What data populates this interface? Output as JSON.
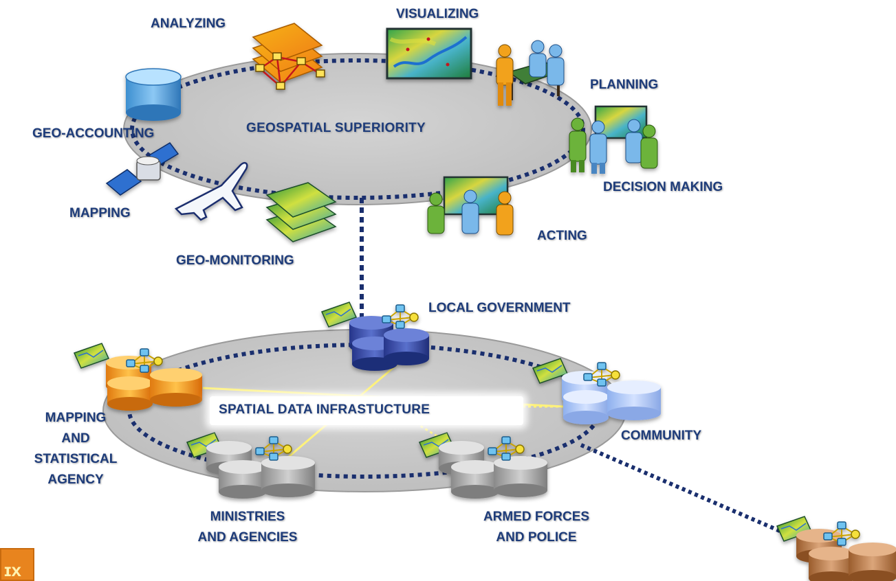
{
  "top_ring": {
    "title": "GEOSPATIAL SUPERIORITY",
    "nodes": {
      "analyzing": "ANALYZING",
      "visualizing": "VISUALIZING",
      "planning": "PLANNING",
      "geo_accounting": "GEO-ACCOUNTING",
      "decision_making": "DECISION MAKING",
      "mapping": "MAPPING",
      "acting": "ACTING",
      "geo_monitoring": "GEO-MONITORING"
    }
  },
  "bottom_ring": {
    "title": "SPATIAL DATA INFRASTUCTURE",
    "nodes": {
      "local_government": "LOCAL GOVERNMENT",
      "mapping_agency": [
        "MAPPING",
        "AND",
        "STATISTICAL",
        "AGENCY"
      ],
      "community": "COMMUNITY",
      "ministries": [
        "MINISTRIES",
        "AND AGENCIES"
      ],
      "armed_forces": [
        "ARMED FORCES",
        "AND POLICE"
      ]
    }
  },
  "colors": {
    "ring_fill": "#c6c6c6",
    "dotted_link": "#1a2f6e",
    "label_text": "#1e3c7a",
    "yellow_link": "#fff27a",
    "db_orange": "#f0a020",
    "db_blue": "#3b4fa8",
    "db_light_blue": "#a9c4f5",
    "db_gray": "#a8a8a8",
    "db_brown": "#b77a4a"
  },
  "icons": [
    "database-icon",
    "layers-icon",
    "map-icon",
    "people-icon",
    "satellite-icon",
    "airplane-icon",
    "network-icon"
  ]
}
